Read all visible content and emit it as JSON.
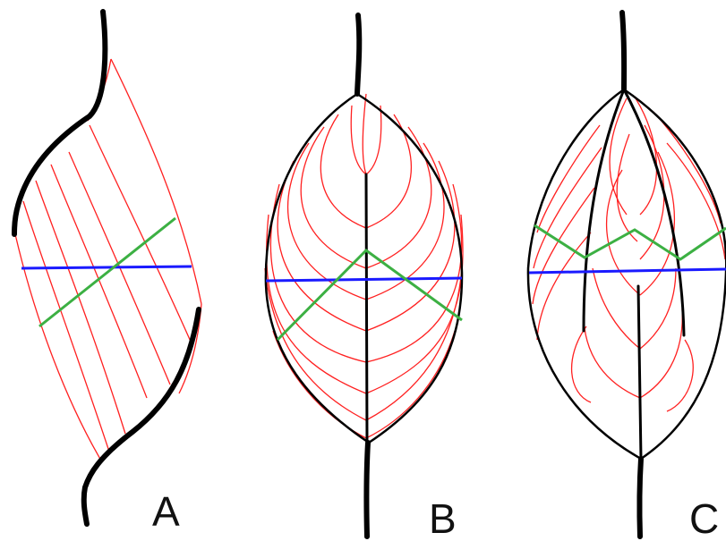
{
  "figure": {
    "labels": {
      "a": "A",
      "b": "B",
      "c": "C"
    }
  },
  "colors": {
    "outline": "#000000",
    "fibers": "#ff2020",
    "blue_line": "#1a1aff",
    "green_line": "#3cb043"
  }
}
